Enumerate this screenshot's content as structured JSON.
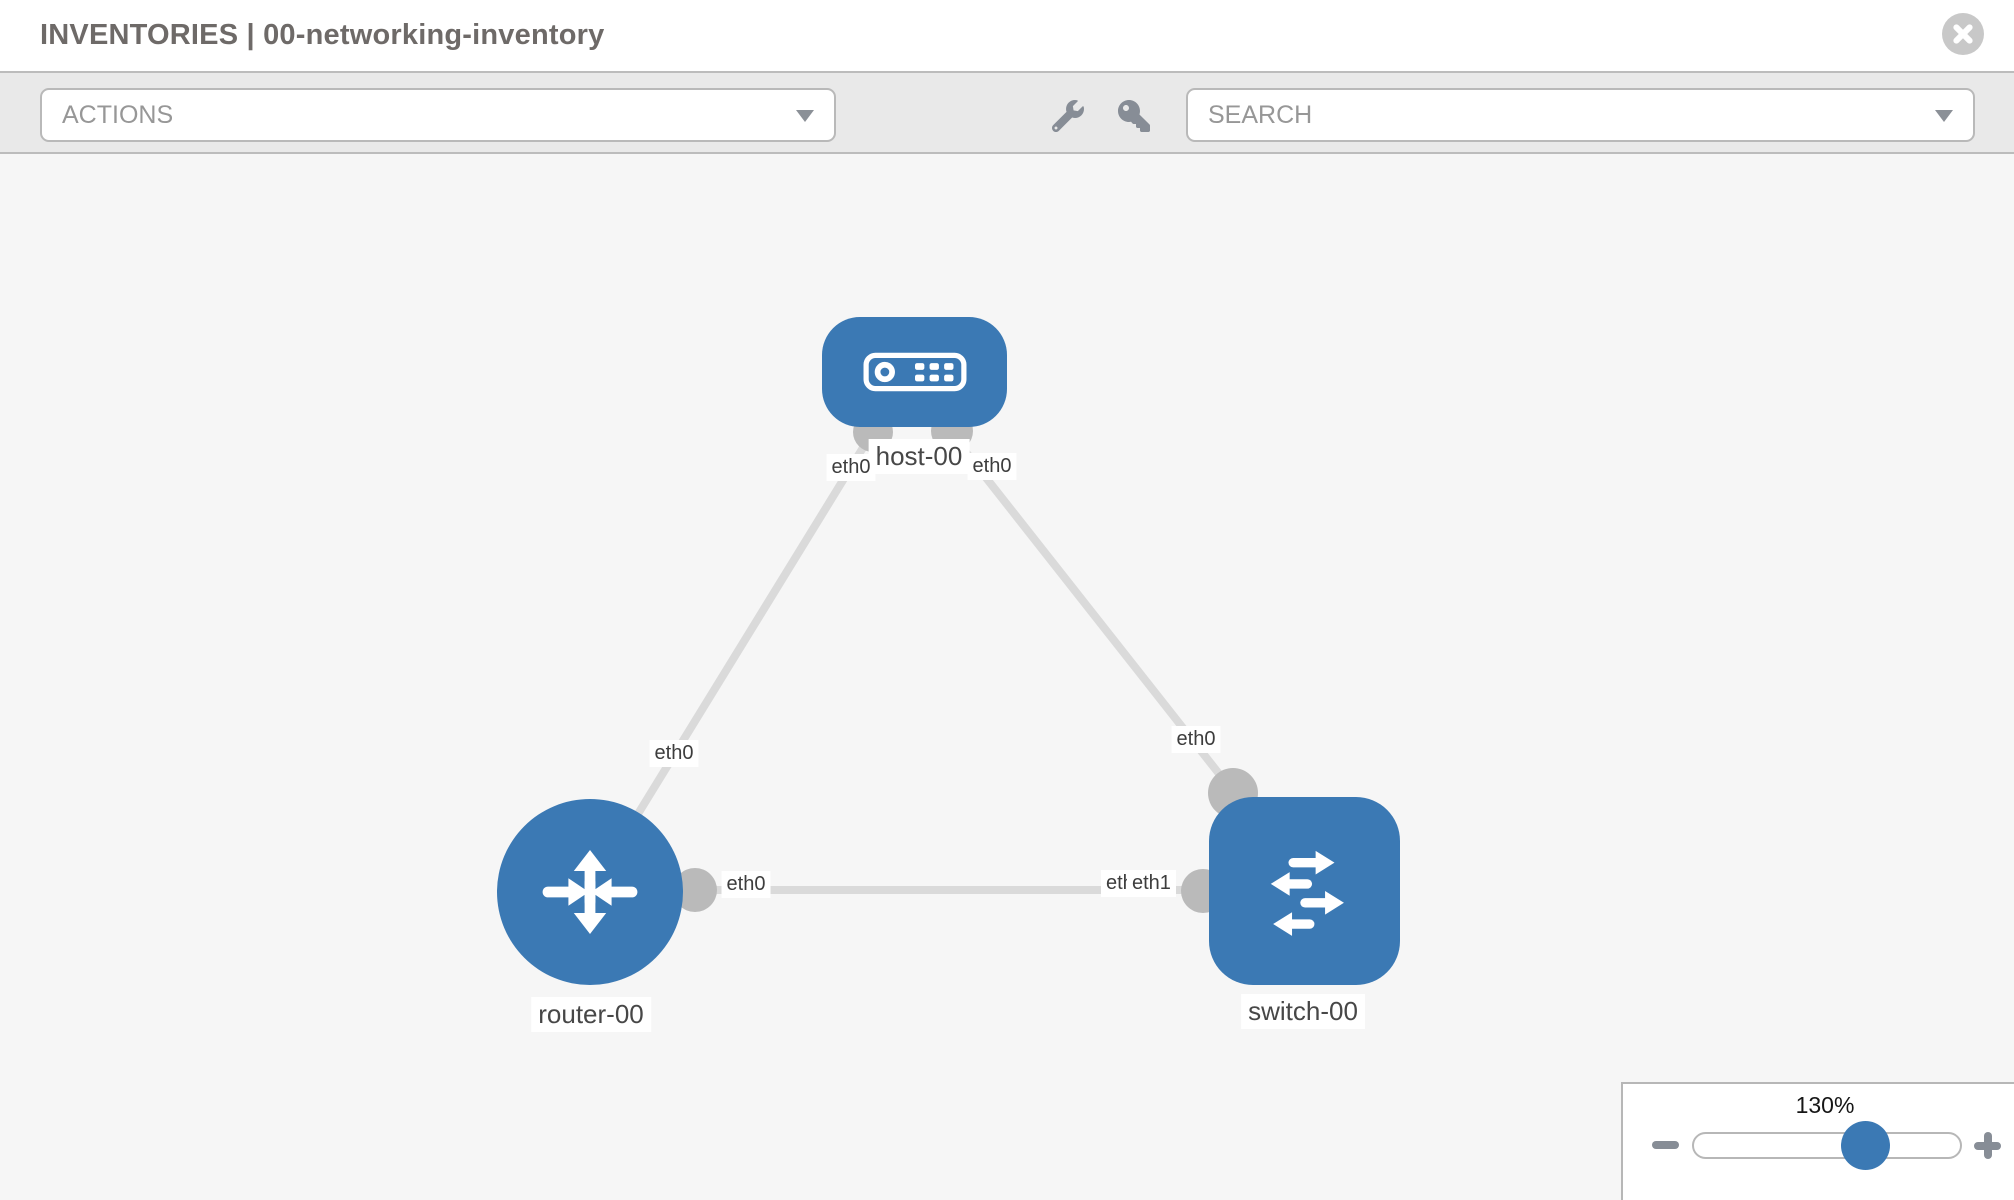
{
  "header": {
    "title": "INVENTORIES | 00-networking-inventory"
  },
  "toolbar": {
    "actions_label": "ACTIONS",
    "search_label": "SEARCH",
    "icons": [
      "wrench-icon",
      "key-icon"
    ]
  },
  "topology": {
    "nodes": [
      {
        "label": "host-00",
        "type": "host"
      },
      {
        "label": "router-00",
        "type": "router"
      },
      {
        "label": "switch-00",
        "type": "switch"
      }
    ],
    "links": [
      {
        "from": "router-00",
        "from_iface": "eth0",
        "to": "host-00",
        "to_iface": "eth0"
      },
      {
        "from": "host-00",
        "from_iface": "eth0",
        "to": "switch-00",
        "to_iface": "eth0"
      },
      {
        "from": "router-00",
        "from_iface": "eth0",
        "to": "switch-00",
        "to_iface": "eth1"
      }
    ],
    "iface_labels": {
      "host_left": "eth0",
      "host_right": "eth0",
      "router_host_mid": "eth0",
      "switch_top": "eth0",
      "router_right": "eth0",
      "switch_left_back": "eth0",
      "switch_left_front": "eth1"
    }
  },
  "zoom": {
    "level": "130%"
  },
  "colors": {
    "node_blue": "#3b79b4",
    "icon_gray": "#878d96",
    "link_gray": "#dadada",
    "dot_gray": "#bababa",
    "canvas_bg": "#f6f6f6",
    "toolbar_bg": "#e9e9e9"
  }
}
